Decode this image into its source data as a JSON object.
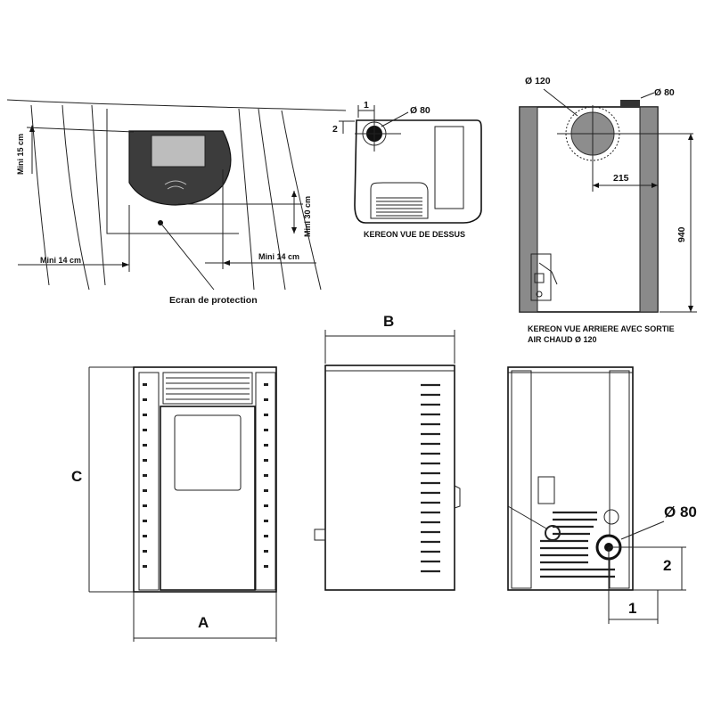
{
  "labels": {
    "mini_15": "Mini  15 cm",
    "mini_30": "Mini  30 cm",
    "mini_14_left": "Mini  14 cm",
    "mini_14_right": "Mini  14 cm",
    "ecran": "Ecran de protection",
    "top_diam": "Ø 80",
    "top_dim_1": "1",
    "top_dim_2": "2",
    "top_caption": "KEREON VUE DE DESSUS",
    "rear_diam_120": "Ø 120",
    "rear_diam_80": "Ø 80",
    "rear_dim_215": "215",
    "rear_dim_940": "940",
    "rear_caption_1": "KEREON VUE ARRIERE AVEC SORTIE",
    "rear_caption_2": "AIR CHAUD Ø 120",
    "dim_A": "A",
    "dim_B": "B",
    "dim_C": "C",
    "back_diam": "Ø 80",
    "back_dim_1": "1",
    "back_dim_2": "2"
  }
}
